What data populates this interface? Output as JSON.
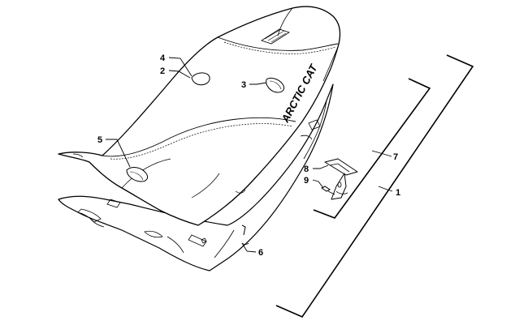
{
  "diagram": {
    "logo_text": "ARCTIC CAT",
    "callouts": [
      {
        "id": "1",
        "label": "1"
      },
      {
        "id": "2",
        "label": "2"
      },
      {
        "id": "3",
        "label": "3"
      },
      {
        "id": "4",
        "label": "4"
      },
      {
        "id": "5",
        "label": "5"
      },
      {
        "id": "6",
        "label": "6"
      },
      {
        "id": "7",
        "label": "7"
      },
      {
        "id": "8",
        "label": "8"
      },
      {
        "id": "9",
        "label": "9"
      }
    ]
  }
}
